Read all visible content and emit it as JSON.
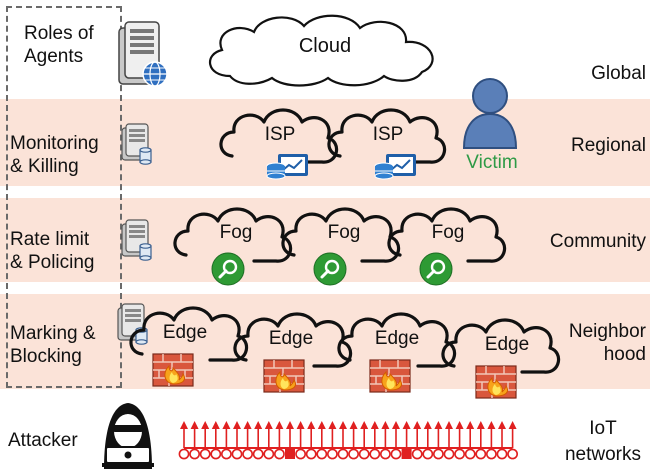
{
  "roles_header": [
    "Roles of",
    "Agents"
  ],
  "roles": [
    {
      "lines": [
        "Monitoring",
        "& Killing"
      ]
    },
    {
      "lines": [
        "Rate limit",
        "& Policing"
      ]
    },
    {
      "lines": [
        "Marking &",
        "Blocking"
      ]
    }
  ],
  "tiers": {
    "global": "Global",
    "regional": "Regional",
    "community": "Community",
    "neighborhood": [
      "Neighbor",
      "hood"
    ],
    "iot": [
      "IoT",
      "networks"
    ]
  },
  "cloud_label": "Cloud",
  "isp_label": "ISP",
  "fog_label": "Fog",
  "edge_label": "Edge",
  "victim_label": "Victim",
  "attacker_label": "Attacker",
  "colors": {
    "band": "#fbe3d8",
    "victim_text": "#2e9a46",
    "fog_badge": "#2e9a34",
    "iot_red": "#e02020",
    "person_blue": "#5a7fb8"
  },
  "icons": [
    "server-icon",
    "database-icon",
    "magnifier-icon",
    "firewall-icon",
    "hacker-icon",
    "person-icon",
    "globe-icon"
  ]
}
